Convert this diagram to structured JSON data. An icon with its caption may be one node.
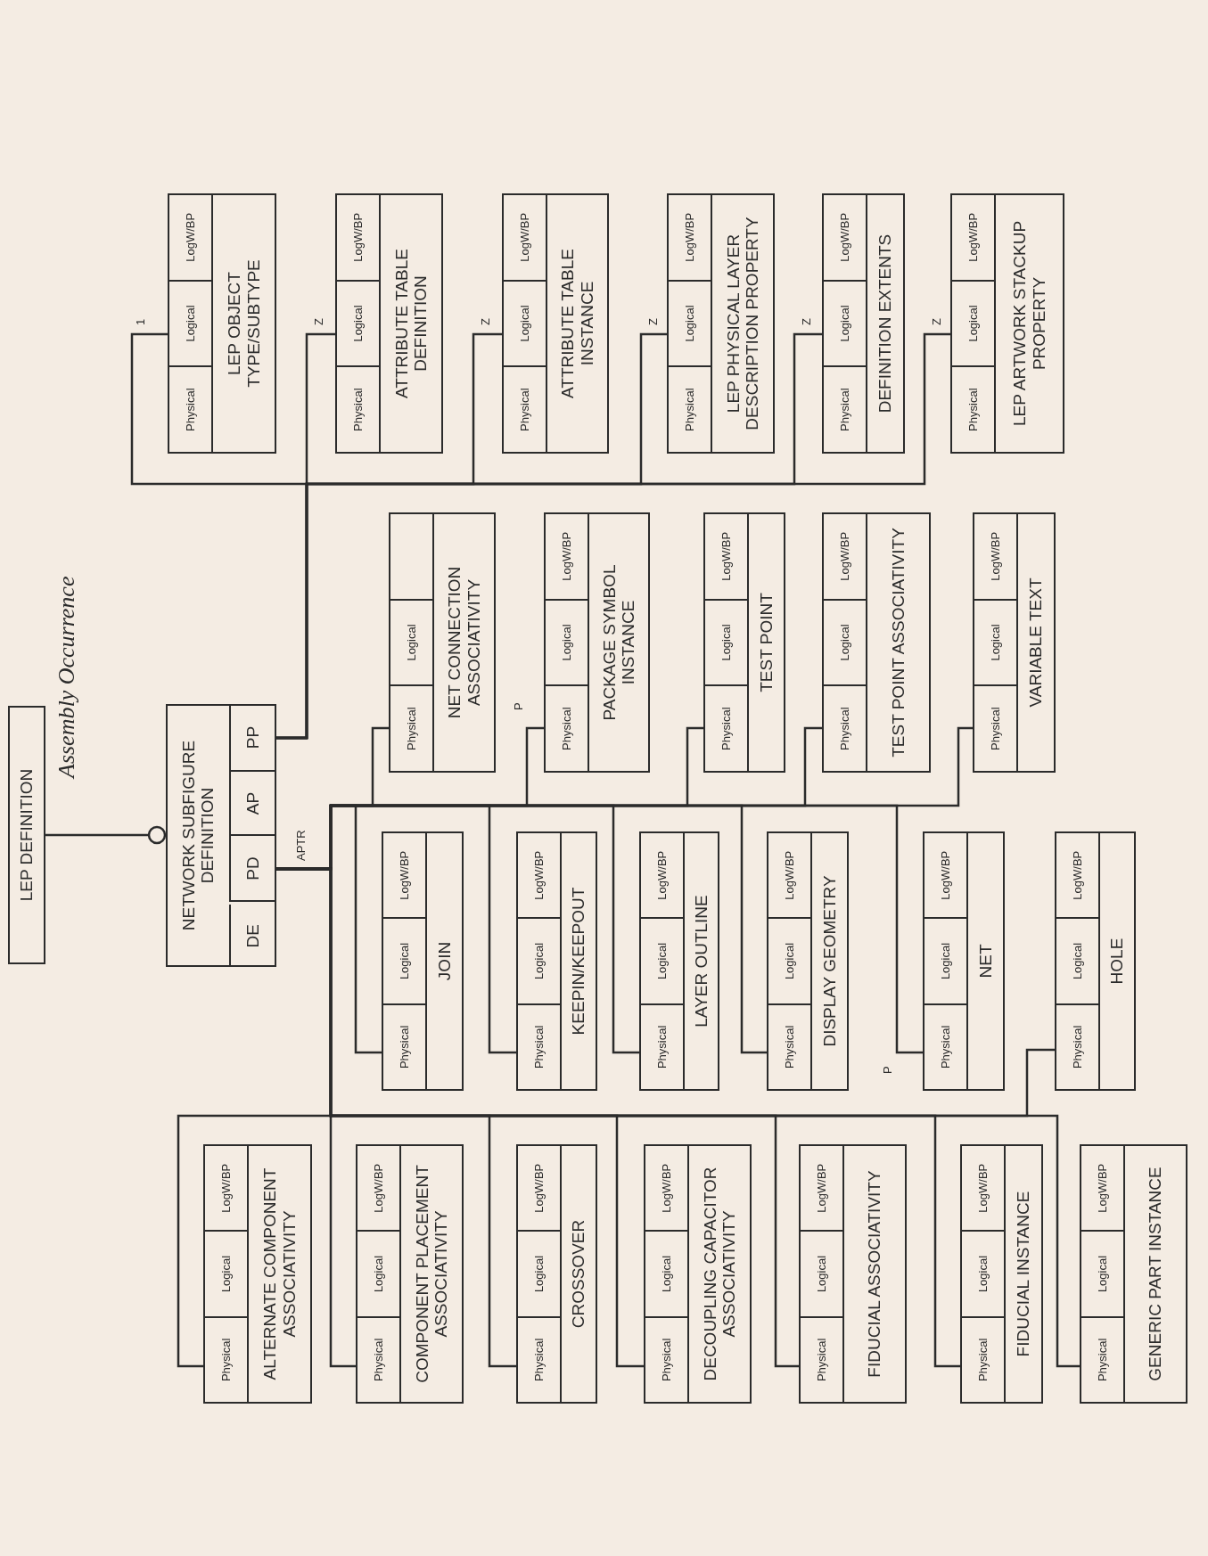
{
  "diagram": {
    "nodes": [
      {
        "text": [
          "LEP DEFINITION"
        ]
      },
      {
        "text": [
          "NETWORK SUBFIGURE DEFINITION"
        ]
      },
      {
        "text": [
          "DE"
        ],
        "in": 1
      },
      {
        "text": [
          "PD"
        ],
        "in": 1
      },
      {
        "text": [
          "AP"
        ],
        "in": 1
      },
      {
        "text": [
          "PP"
        ],
        "in": 1
      },
      {
        "text": [
          "Physical",
          "Logical",
          "LogW/BP",
          "LEP OBJECT TYPE/SUBTYPE"
        ]
      },
      {
        "text": [
          "Physical",
          "Logical",
          "LogW/BP",
          "ATTRIBUTE TABLE DEFINITION"
        ]
      },
      {
        "text": [
          "Physical",
          "Logical",
          "LogW/BP",
          "ATTRIBUTE TABLE INSTANCE"
        ]
      },
      {
        "text": [
          "Physical",
          "Logical",
          "LogW/BP",
          "LEP PHYSICAL LAYER DESCRIPTION PROPERTY"
        ]
      },
      {
        "text": [
          "Physical",
          "Logical",
          "LogW/BP",
          "DEFINITION EXTENTS"
        ]
      },
      {
        "text": [
          "Physical",
          "Logical",
          "LogW/BP",
          "LEP ARTWORK STACKUP PROPERTY"
        ]
      },
      {
        "text": [
          "Physical",
          "Logical",
          "NET CONNECTION ASSOCIATIVITY"
        ]
      },
      {
        "text": [
          "Physical",
          "Logical",
          "LogW/BP",
          "PACKAGE SYMBOL INSTANCE"
        ]
      },
      {
        "text": [
          "Physical",
          "Logical",
          "LogW/BP",
          "TEST POINT"
        ]
      },
      {
        "text": [
          "Physical",
          "Logical",
          "LogW/BP",
          "TEST POINT ASSOCIATIVITY"
        ]
      },
      {
        "text": [
          "Physical",
          "Logical",
          "LogW/BP",
          "VARIABLE TEXT"
        ]
      },
      {
        "text": [
          "Physical",
          "Logical",
          "LogW/BP",
          "JOIN"
        ]
      },
      {
        "text": [
          "Physical",
          "Logical",
          "LogW/BP",
          "KEEPIN/KEEPOUT"
        ]
      },
      {
        "text": [
          "Physical",
          "Logical",
          "LogW/BP",
          "LAYER OUTLINE"
        ]
      },
      {
        "text": [
          "Physical",
          "Logical",
          "LogW/BP",
          "DISPLAY GEOMETRY"
        ]
      },
      {
        "text": [
          "Physical",
          "Logical",
          "LogW/BP",
          "NET"
        ]
      },
      {
        "text": [
          "Physical",
          "Logical",
          "LogW/BP",
          "HOLE"
        ]
      },
      {
        "text": [
          "Physical",
          "Logical",
          "LogW/BP",
          "ALTERNATE COMPONENT ASSOCIATIVITY"
        ]
      },
      {
        "text": [
          "Physical",
          "Logical",
          "LogW/BP",
          "COMPONENT PLACEMENT ASSOCIATIVITY"
        ]
      },
      {
        "text": [
          "Physical",
          "Logical",
          "LogW/BP",
          "CROSSOVER"
        ]
      },
      {
        "text": [
          "Physical",
          "Logical",
          "LogW/BP",
          "DECOUPLING CAPACITOR ASSOCIATIVITY"
        ]
      },
      {
        "text": [
          "Physical",
          "Logical",
          "LogW/BP",
          "FIDUCIAL ASSOCIATIVITY"
        ]
      },
      {
        "text": [
          "Physical",
          "Logical",
          "LogW/BP",
          "FIDUCIAL INSTANCE"
        ]
      },
      {
        "text": [
          "Physical",
          "Logical",
          "LogW/BP",
          "GENERIC PART INSTANCE"
        ]
      }
    ],
    "edges": [
      {
        "from": 0,
        "to": 1,
        "arrow": "other",
        "label": "Assembly Occurrence"
      },
      {
        "from": 5,
        "to": 6,
        "arrow": "none",
        "label": "1"
      },
      {
        "from": 5,
        "to": 7,
        "arrow": "none",
        "label": "Z"
      },
      {
        "from": 5,
        "to": 8,
        "arrow": "none",
        "label": "Z"
      },
      {
        "from": 5,
        "to": 9,
        "arrow": "none",
        "label": "Z"
      },
      {
        "from": 5,
        "to": 10,
        "arrow": "none",
        "label": "Z"
      },
      {
        "from": 5,
        "to": 11,
        "arrow": "none",
        "label": "Z"
      },
      {
        "from": 3,
        "to": 12,
        "arrow": "none",
        "label": "APTR"
      },
      {
        "from": 3,
        "to": 13,
        "arrow": "none",
        "label": "P"
      },
      {
        "from": 3,
        "to": 14,
        "arrow": "none"
      },
      {
        "from": 3,
        "to": 15,
        "arrow": "none"
      },
      {
        "from": 3,
        "to": 16,
        "arrow": "none"
      },
      {
        "from": 3,
        "to": 17,
        "arrow": "none"
      },
      {
        "from": 3,
        "to": 18,
        "arrow": "none"
      },
      {
        "from": 3,
        "to": 19,
        "arrow": "none"
      },
      {
        "from": 3,
        "to": 20,
        "arrow": "none"
      },
      {
        "from": 3,
        "to": 21,
        "arrow": "none",
        "label": "P"
      },
      {
        "from": 3,
        "to": 22,
        "arrow": "none"
      },
      {
        "from": 3,
        "to": 23,
        "arrow": "none"
      },
      {
        "from": 3,
        "to": 24,
        "arrow": "none"
      },
      {
        "from": 3,
        "to": 25,
        "arrow": "none"
      },
      {
        "from": 3,
        "to": 26,
        "arrow": "none"
      },
      {
        "from": 3,
        "to": 27,
        "arrow": "none"
      },
      {
        "from": 3,
        "to": 28,
        "arrow": "none"
      },
      {
        "from": 3,
        "to": 29,
        "arrow": "none"
      }
    ]
  }
}
